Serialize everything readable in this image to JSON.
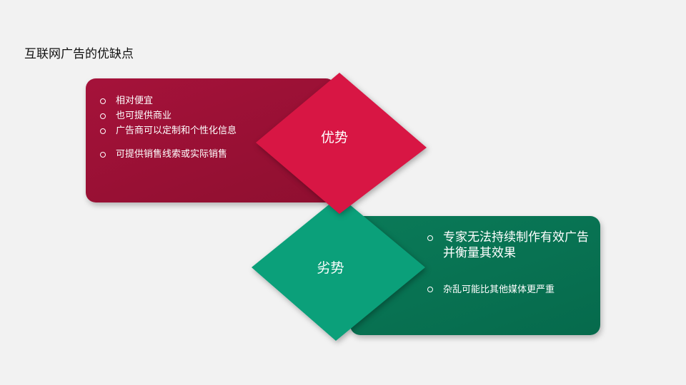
{
  "title": "互联网广告的优缺点",
  "strengths": {
    "label": "优势",
    "color": "#d81644",
    "items": [
      "相对便宜",
      "也可提供商业",
      "广告商可以定制和个性化信息",
      "可提供销售线索或实际销售"
    ]
  },
  "weaknesses": {
    "label": "劣势",
    "color": "#0ba07a",
    "items": [
      "专家无法持续制作有效广告并衡量其效果",
      "杂乱可能比其他媒体更严重"
    ]
  }
}
